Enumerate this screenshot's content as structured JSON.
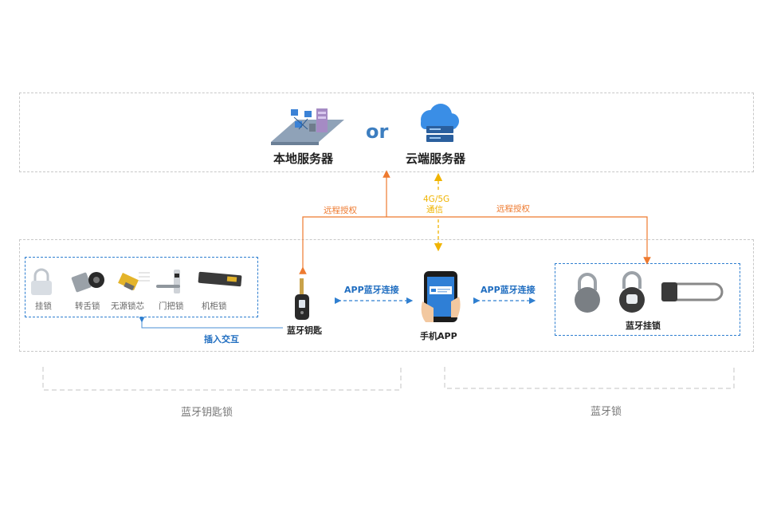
{
  "servers": {
    "local_label": "本地服务器",
    "cloud_label": "云端服务器",
    "or_text": "or"
  },
  "links": {
    "remote_auth_left": "远程授权",
    "remote_auth_right": "远程授权",
    "network_line1": "4G/5G",
    "network_line2": "通信",
    "app_bluetooth_left": "APP蓝牙连接",
    "app_bluetooth_right": "APP蓝牙连接",
    "insert_interact": "插入交互"
  },
  "key_lock_devices": [
    {
      "label": "挂锁"
    },
    {
      "label": "转舌锁"
    },
    {
      "label": "无源锁芯"
    },
    {
      "label": "门把锁"
    },
    {
      "label": "机柜锁"
    }
  ],
  "nodes": {
    "bluetooth_key": "蓝牙钥匙",
    "phone_app": "手机APP",
    "bluetooth_padlock": "蓝牙挂锁"
  },
  "groups": {
    "left": "蓝牙钥匙锁",
    "right": "蓝牙锁"
  },
  "colors": {
    "orange": "#ee7a2f",
    "yellow": "#f0b400",
    "blue": "#1f6dc0",
    "or": "#3d7ec0"
  }
}
